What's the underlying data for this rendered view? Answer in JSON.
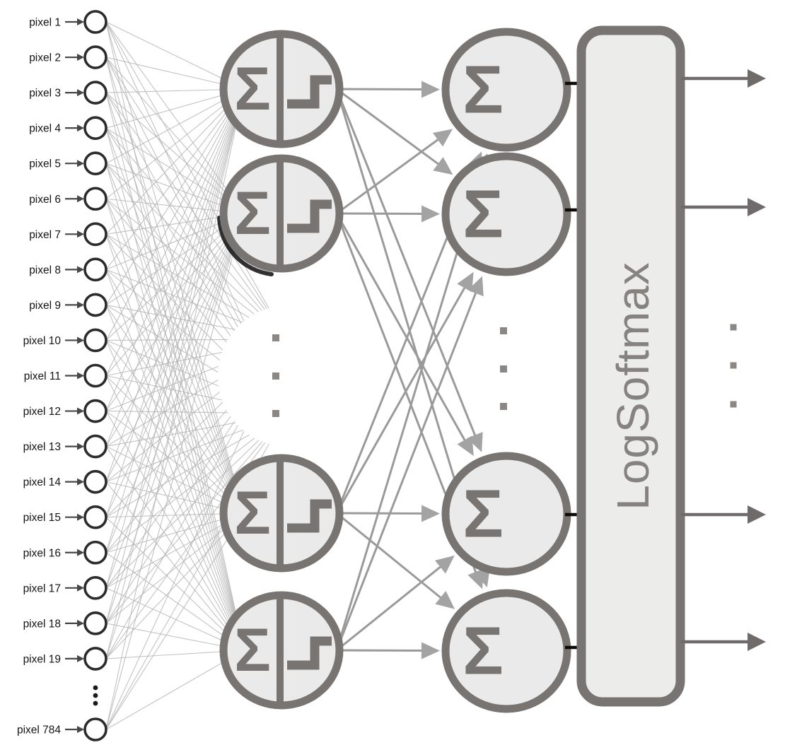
{
  "diagram": {
    "kind": "feed-forward neural network (MNIST classifier)",
    "input_layer": {
      "labels": [
        "pixel 1",
        "pixel 2",
        "pixel 3",
        "pixel 4",
        "pixel 5",
        "pixel 6",
        "pixel 7",
        "pixel 8",
        "pixel 9",
        "pixel 10",
        "pixel 11",
        "pixel 12",
        "pixel 13",
        "pixel 14",
        "pixel 15",
        "pixel 16",
        "pixel 17",
        "pixel 18",
        "pixel 19"
      ],
      "last_label": "pixel 784",
      "ellipsis": "vertical-dots",
      "visible_nodes": 20
    },
    "hidden_layer": {
      "symbol": "Σ",
      "activation_icon": "step-function",
      "visible_neurons": 4,
      "ellipsis_dots": 3
    },
    "output_layer": {
      "symbol": "Σ",
      "visible_neurons": 4,
      "ellipsis_dots": 3
    },
    "final_block": {
      "label": "LogSoftmax"
    },
    "output_arrows": {
      "count": 4,
      "ellipsis_dots": 3
    },
    "colors": {
      "neuron_stroke": "#787472",
      "neuron_fill": "#eaeaea",
      "box_fill": "#ececeb",
      "box_text": "#868280",
      "mesh_line": "#b4b4b4",
      "connection_line": "#9a9a9a",
      "arrowhead": "#a3a3a3",
      "out_arrow": "#6f6b6a",
      "stub_black": "#0a0a0a",
      "input_stroke": "#2b2b2b",
      "input_text": "#141414",
      "input_arrow": "#474747",
      "square_dot": "#8a8784",
      "shadow": "#0d0d0d"
    }
  }
}
